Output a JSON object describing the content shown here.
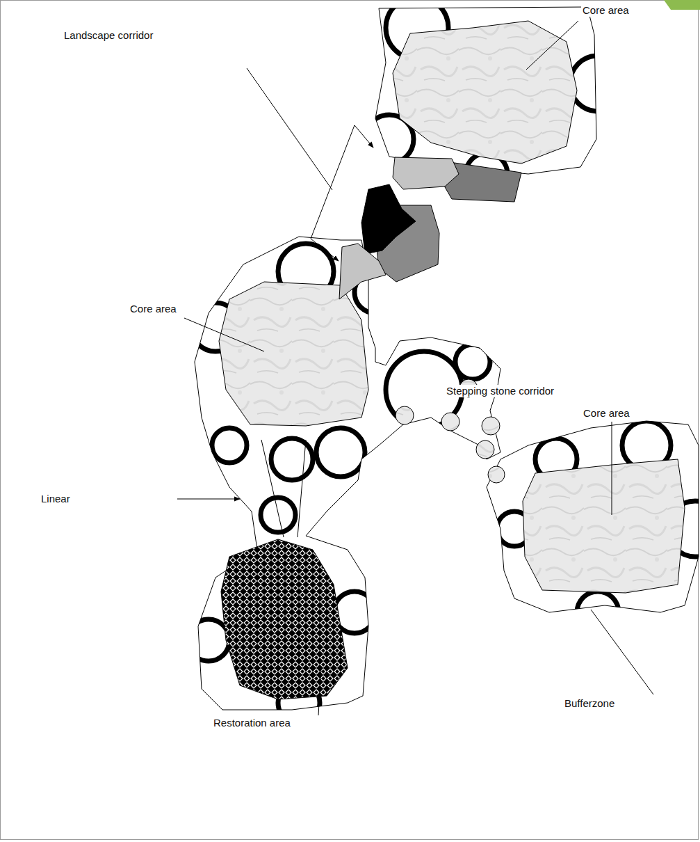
{
  "diagram": {
    "labels": [
      "Core area",
      "Landscape corridor",
      "Core area",
      "Stepping stone corridor",
      "Core area",
      "Linear",
      "Restoration area",
      "Bufferzone"
    ]
  }
}
